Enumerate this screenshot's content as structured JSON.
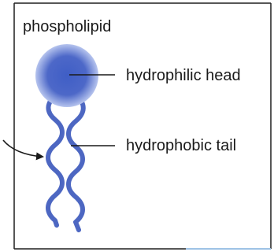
{
  "diagram": {
    "title": "phospholipid",
    "labels": {
      "head": "hydrophilic head",
      "tail": "hydrophobic tail"
    },
    "colors": {
      "head_center": "#3f5ec6",
      "head_edge": "#b6c4ee",
      "tail": "#4d67c2",
      "frame": "#1e1e1e",
      "leader": "#1a1a1a",
      "accent_line": "#9ec3e6"
    }
  }
}
